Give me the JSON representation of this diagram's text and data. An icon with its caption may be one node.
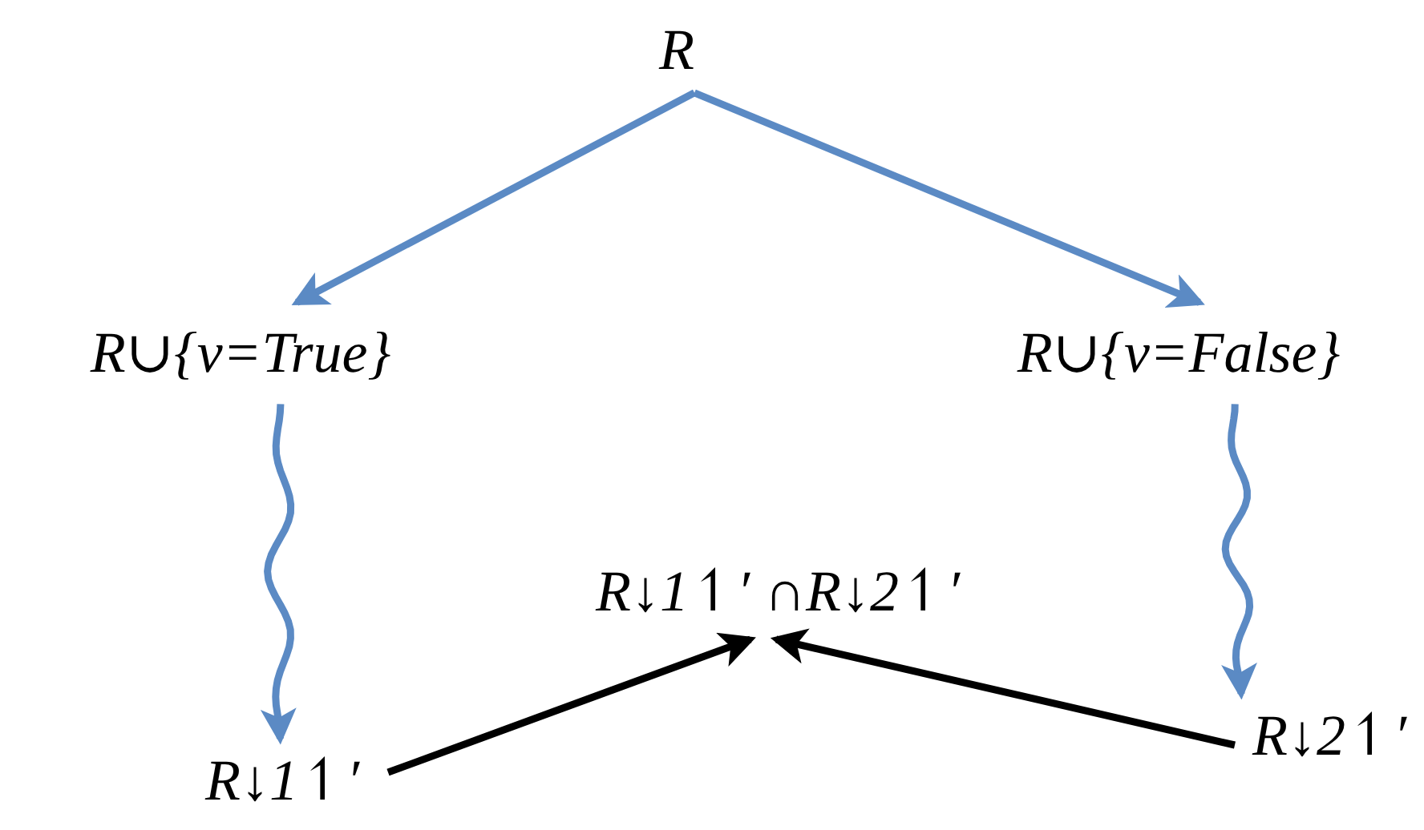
{
  "diagram": {
    "nodes": [
      {
        "text": [
          "R"
        ]
      },
      {
        "text": [
          "R∪{v=True}"
        ]
      },
      {
        "text": [
          "R∪{v=False}"
        ]
      },
      {
        "text": [
          "R↓1↿′ ∩R↓2↿′"
        ]
      },
      {
        "text": [
          "R↓1↿′"
        ]
      },
      {
        "text": [
          "R↓2↿′"
        ]
      }
    ],
    "edges": [
      {
        "from": 0,
        "to": 1,
        "arrow": "to"
      },
      {
        "from": 0,
        "to": 2,
        "arrow": "to"
      },
      {
        "from": 1,
        "to": 4,
        "arrow": "to"
      },
      {
        "from": 2,
        "to": 5,
        "arrow": "to"
      },
      {
        "from": 4,
        "to": 3,
        "arrow": "to",
        "color": "#000000"
      },
      {
        "from": 5,
        "to": 3,
        "arrow": "to",
        "color": "#000000"
      }
    ]
  }
}
